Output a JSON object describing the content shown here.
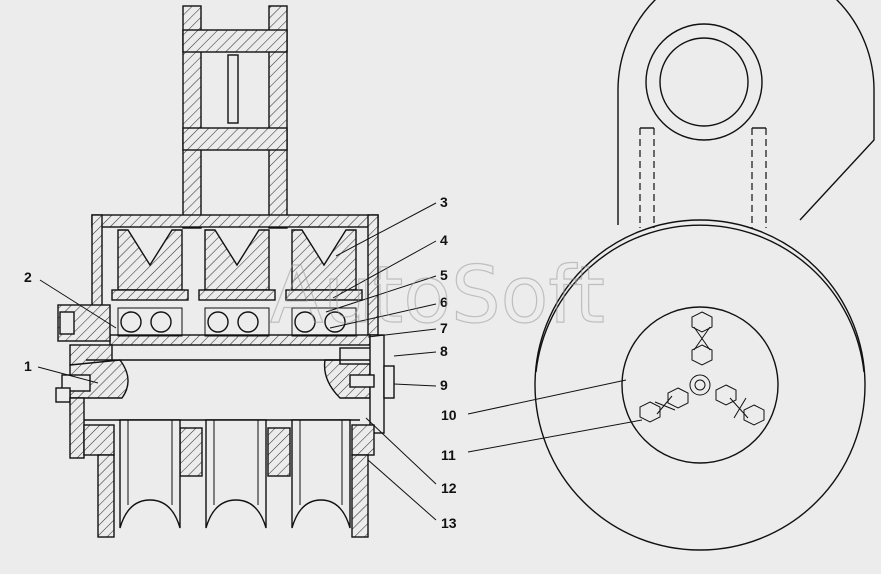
{
  "watermark": "AutoSoft",
  "callouts": [
    {
      "label": "1"
    },
    {
      "label": "2"
    },
    {
      "label": "3"
    },
    {
      "label": "4"
    },
    {
      "label": "5"
    },
    {
      "label": "6"
    },
    {
      "label": "7"
    },
    {
      "label": "8"
    },
    {
      "label": "9"
    },
    {
      "label": "10"
    },
    {
      "label": "11"
    },
    {
      "label": "12"
    },
    {
      "label": "13"
    }
  ],
  "colors": {
    "background": "#ececec",
    "line": "#111111",
    "watermark": "#9a9a9a"
  }
}
